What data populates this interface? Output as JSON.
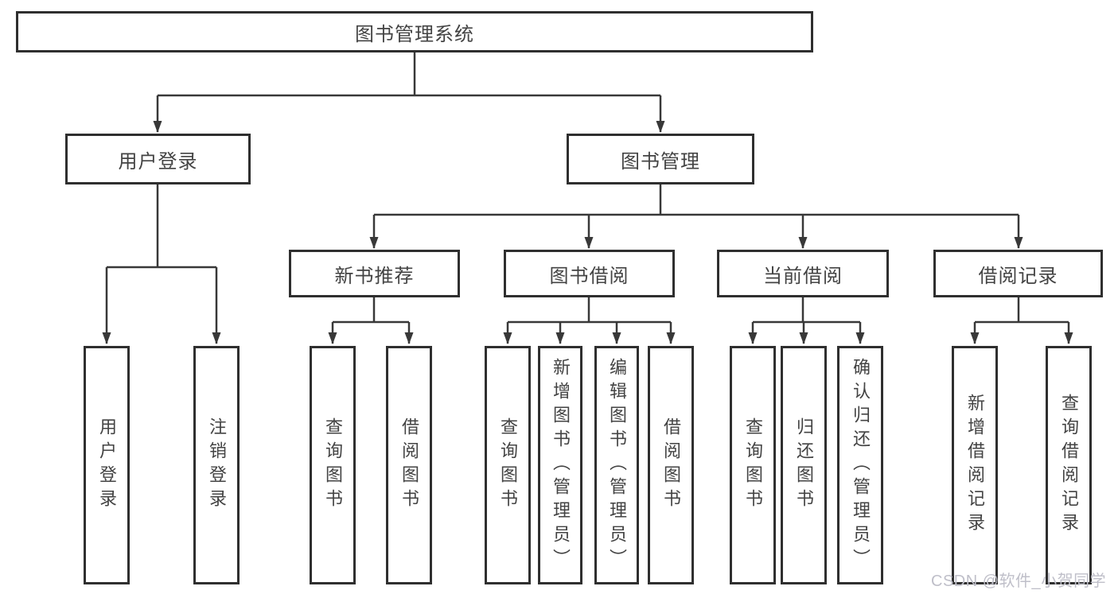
{
  "diagram": {
    "root": {
      "label": "图书管理系统"
    },
    "level2": [
      {
        "label": "用户登录",
        "children": [
          {
            "label": "用户登录"
          },
          {
            "label": "注销登录"
          }
        ]
      },
      {
        "label": "图书管理"
      }
    ],
    "level3": [
      {
        "label": "新书推荐",
        "children": [
          {
            "label": "查询图书"
          },
          {
            "label": "借阅图书"
          }
        ]
      },
      {
        "label": "图书借阅",
        "children": [
          {
            "label": "查询图书"
          },
          {
            "label": "新增图书（管理员）"
          },
          {
            "label": "编辑图书（管理员）"
          },
          {
            "label": "借阅图书"
          }
        ]
      },
      {
        "label": "当前借阅",
        "children": [
          {
            "label": "查询图书"
          },
          {
            "label": "归还图书"
          },
          {
            "label": "确认归还（管理员）"
          }
        ]
      },
      {
        "label": "借阅记录",
        "children": [
          {
            "label": "新增借阅记录"
          },
          {
            "label": "查询借阅记录"
          }
        ]
      }
    ],
    "watermark": {
      "text": "CSDN @软件_小贺同学"
    },
    "colors": {
      "line": "#383838",
      "border": "#2f2f2f",
      "text": "#434343",
      "watermark": "#bfbfc9"
    }
  }
}
